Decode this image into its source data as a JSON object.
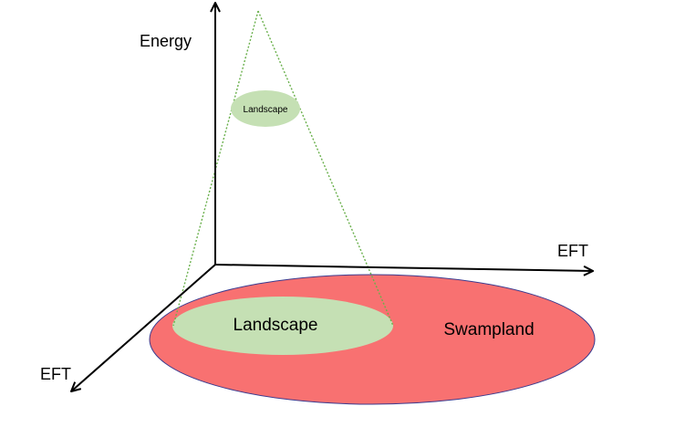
{
  "axes": {
    "vertical_label": "Energy",
    "horizontal_label": "EFT",
    "depth_label": "EFT"
  },
  "regions": {
    "swampland_label": "Swampland",
    "landscape_large_label": "Landscape",
    "landscape_small_label": "Landscape"
  },
  "colors": {
    "swampland_fill": "#f87171",
    "swampland_stroke": "#3b3b8f",
    "landscape_fill": "#c5e0b4",
    "cone_line": "#6ab04c",
    "axis": "#000000"
  }
}
